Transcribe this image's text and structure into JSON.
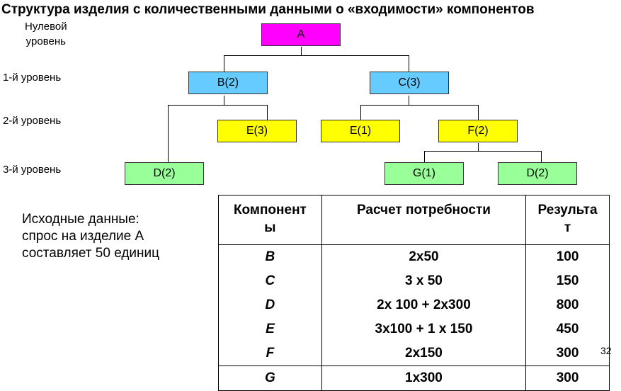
{
  "title": "Структура изделия с количественными данными о «входимости» компонентов",
  "levels": {
    "zero_line1": "Нулевой",
    "zero_line2": "уровень",
    "first": "1-й уровень",
    "second": "2-й уровень",
    "third": "3-й уровень"
  },
  "nodes": {
    "a": "A",
    "b": "B(2)",
    "c": "C(3)",
    "e3": "E(3)",
    "e1": "E(1)",
    "f": "F(2)",
    "d_left": "D(2)",
    "g": "G(1)",
    "d_right": "D(2)"
  },
  "colors": {
    "level0": "#ff00ff",
    "level1": "#66ccff",
    "level2": "#ffff00",
    "level3": "#99ff99"
  },
  "source": {
    "line1": "Исходные данные:",
    "line2": "спрос на изделие A",
    "line3": "составляет 50 единиц"
  },
  "table": {
    "headers": {
      "component_line1": "Компонент",
      "component_line2": "ы",
      "calc": "Расчет потребности",
      "result_line1": "Результа",
      "result_line2": "т"
    },
    "rows": [
      {
        "component": "B",
        "calc": "2х50",
        "result": "100"
      },
      {
        "component": "C",
        "calc": "3 х 50",
        "result": "150"
      },
      {
        "component": "D",
        "calc": "2х 100 + 2х300",
        "result": "800"
      },
      {
        "component": "E",
        "calc": "3х100 + 1 х 150",
        "result": "450"
      },
      {
        "component": "F",
        "calc": "2х150",
        "result": "300"
      },
      {
        "component": "G",
        "calc": "1х300",
        "result": "300"
      }
    ]
  },
  "page_number": "32"
}
